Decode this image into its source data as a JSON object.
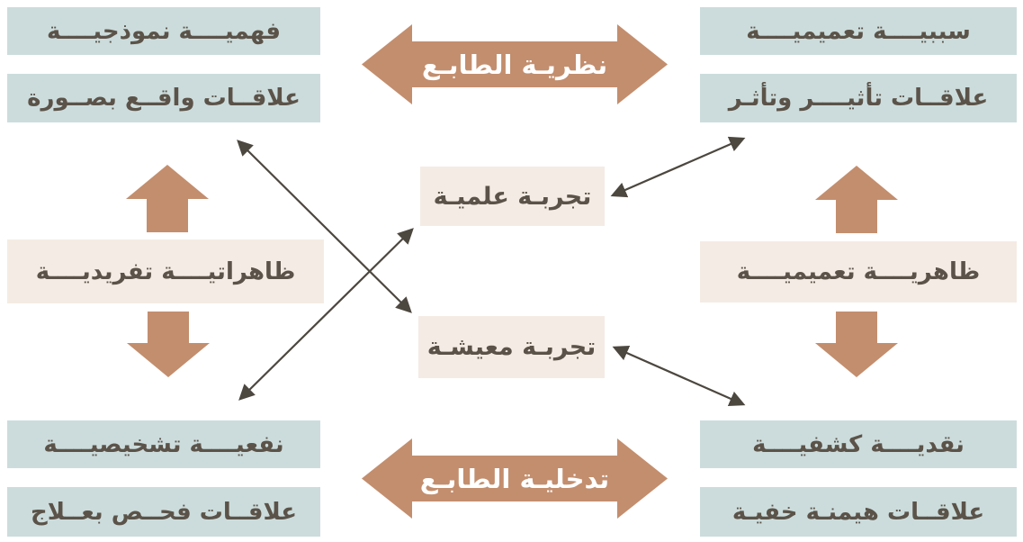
{
  "colors": {
    "teal_box": "#ccdcdc",
    "beige_box": "#f4ebe4",
    "arrow_brown": "#c38e6e",
    "box_text": "#5b5349",
    "arrow_label_text": "#ffffff",
    "diagonal_line": "#4c473f"
  },
  "axes": {
    "top_arrow_label": "نظريـة الطابـع",
    "bottom_arrow_label": "تدخليـة الطابـع",
    "left_axis_label": "ظاهراتيــــة تفريديــــة",
    "right_axis_label": "ظاهريــــة تعميميــــة"
  },
  "center_boxes": {
    "scientific_experiment": "تجربـة علميـة",
    "lived_experience": "تجربـة معيشـة"
  },
  "quadrants": {
    "top_left": {
      "box1": "فهميــــة نموذجيــــة",
      "box2": "علاقــات واقــع بصــورة"
    },
    "top_right": {
      "box1": "سببيــــة تعميميــــة",
      "box2": "علاقــات تأثيــــر وتأثـر"
    },
    "bottom_left": {
      "box1": "نفعيــــة تشخيصيــــة",
      "box2": "علاقــات فحــص بعــلاج"
    },
    "bottom_right": {
      "box1": "نقديــــة كشفيــــة",
      "box2": "علاقــات هيمنـة خفيـة"
    }
  }
}
